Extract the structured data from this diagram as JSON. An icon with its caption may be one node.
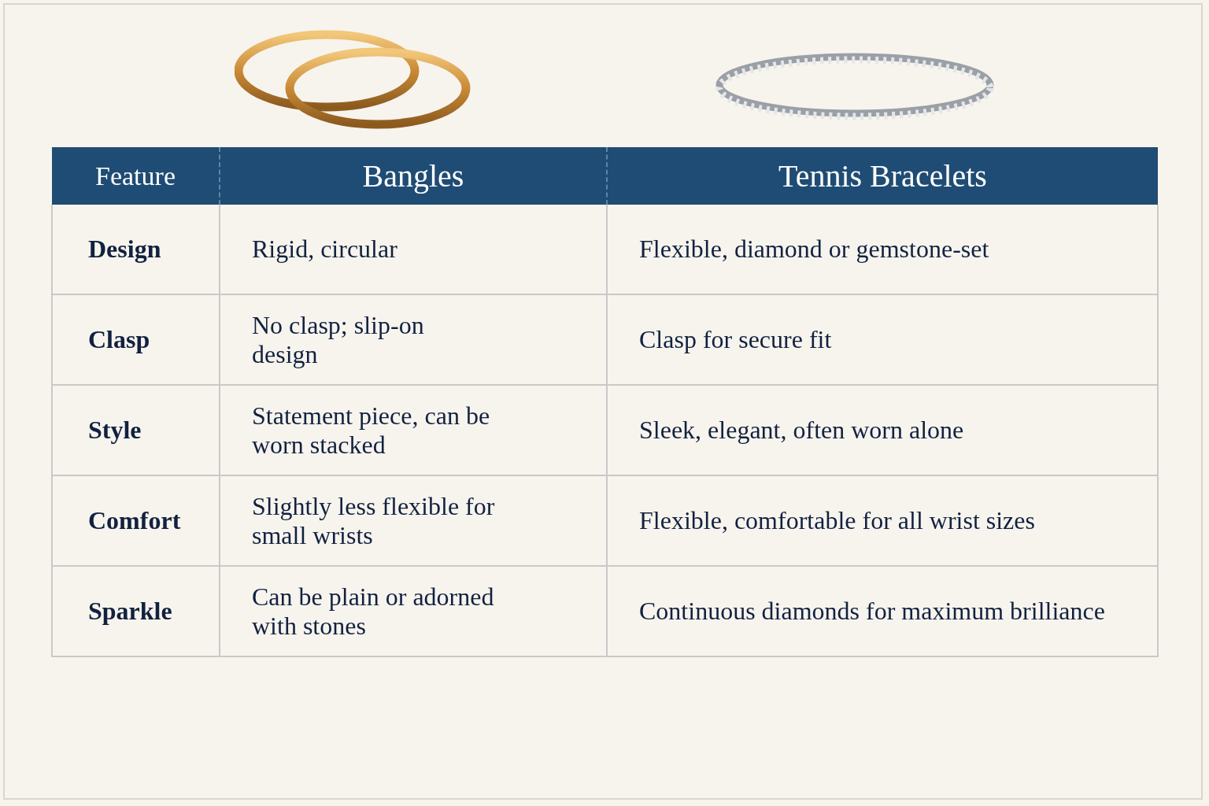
{
  "diagram": {
    "labels": [
      "Feature",
      "Bangles",
      "Tennis Bracelets",
      "Design",
      "Rigid, circular",
      "Flexible, diamond or gemstone-set",
      "Clasp",
      "No clasp; slip-on design",
      "Clasp for secure fit",
      "Style",
      "Statement piece, can be worn stacked",
      "Sleek, elegant, often worn alone",
      "Comfort",
      "Slightly less flexible for small wrists",
      "Flexible, comfortable for all wrist sizes",
      "Sparkle",
      "Can be plain or adorned with stones",
      "Continuous diamonds for maximum brilliance"
    ]
  }
}
